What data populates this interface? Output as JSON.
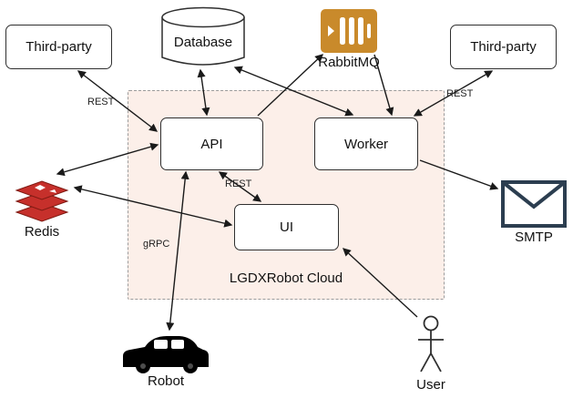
{
  "diagram": {
    "cloud_label": "LGDXRobot Cloud",
    "nodes": {
      "third_party_left": "Third-party",
      "third_party_right": "Third-party",
      "database": "Database",
      "rabbitmq": "RabbitMQ",
      "api": "API",
      "worker": "Worker",
      "ui": "UI",
      "redis": "Redis",
      "smtp": "SMTP",
      "robot": "Robot",
      "user": "User"
    },
    "edge_labels": {
      "third_party_left_api": "REST",
      "third_party_right_worker": "REST",
      "api_ui": "REST",
      "robot_api": "gRPC"
    },
    "colors": {
      "cloud_fill": "#fcefe9",
      "cloud_border": "#9b9b9b",
      "rabbitmq_gold": "#c98a2b",
      "redis_red": "#c6302b",
      "redis_dark": "#7e1a12",
      "smtp_navy": "#2c3e50",
      "node_border": "#2f2f2f",
      "arrow": "#1a1a1a"
    }
  }
}
